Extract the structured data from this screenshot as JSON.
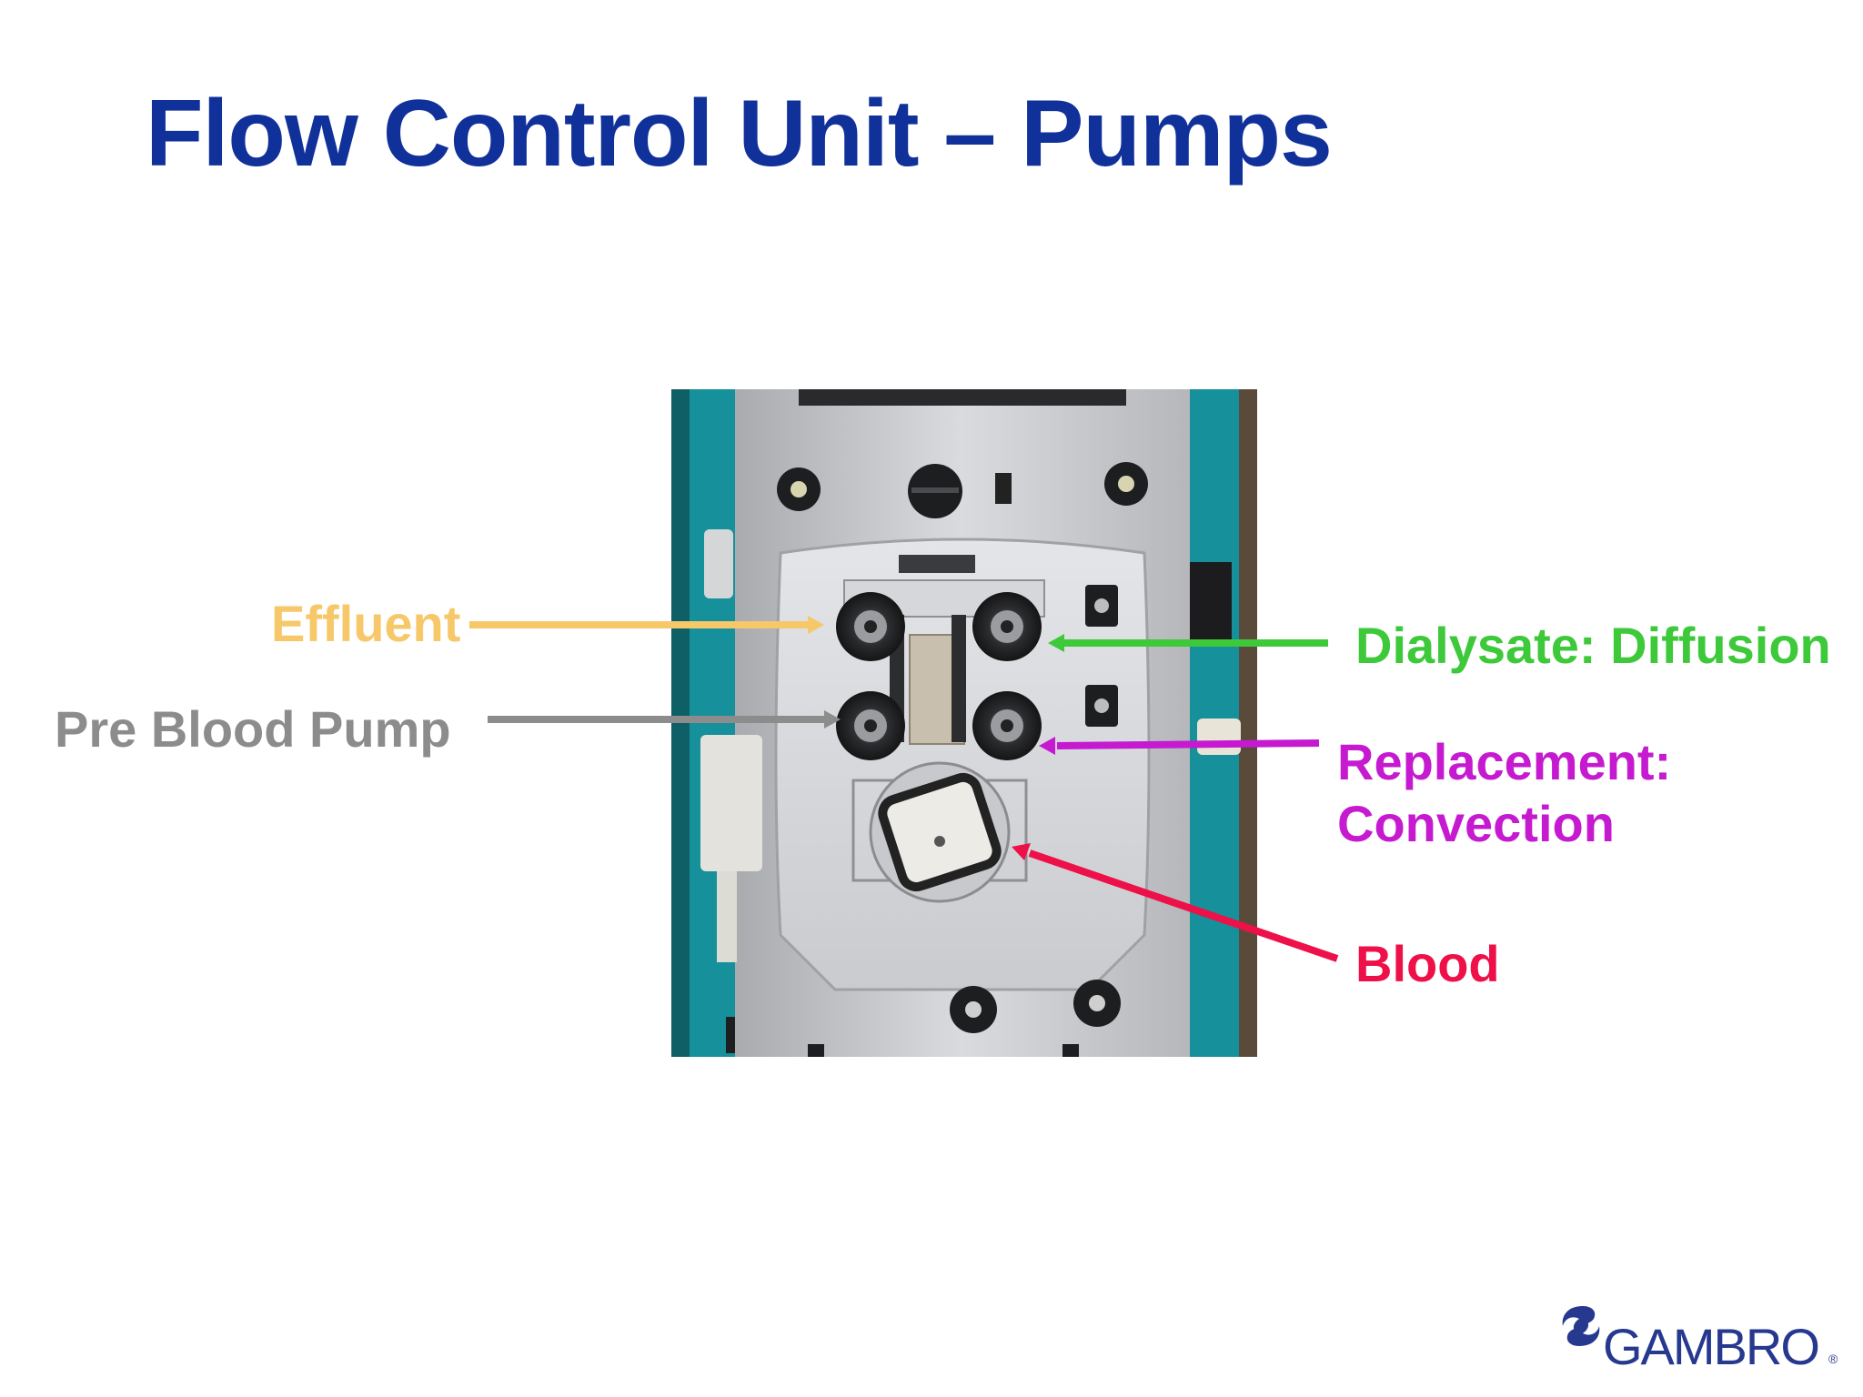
{
  "slide": {
    "title": "Flow Control Unit – Pumps"
  },
  "labels": {
    "effluent": "Effluent",
    "pre_blood_pump": "Pre Blood Pump",
    "dialysate": "Dialysate: Diffusion",
    "replacement_line1": "Replacement:",
    "replacement_line2": "Convection",
    "blood": "Blood"
  },
  "colors": {
    "title": "#10319a",
    "effluent": "#f7c86a",
    "pre_blood_pump": "#8c8c8c",
    "dialysate": "#3dc93a",
    "replacement": "#c51ad0",
    "blood": "#ee1048",
    "machine_frame": "#16909a"
  },
  "logo": {
    "text": "GAMBRO"
  }
}
